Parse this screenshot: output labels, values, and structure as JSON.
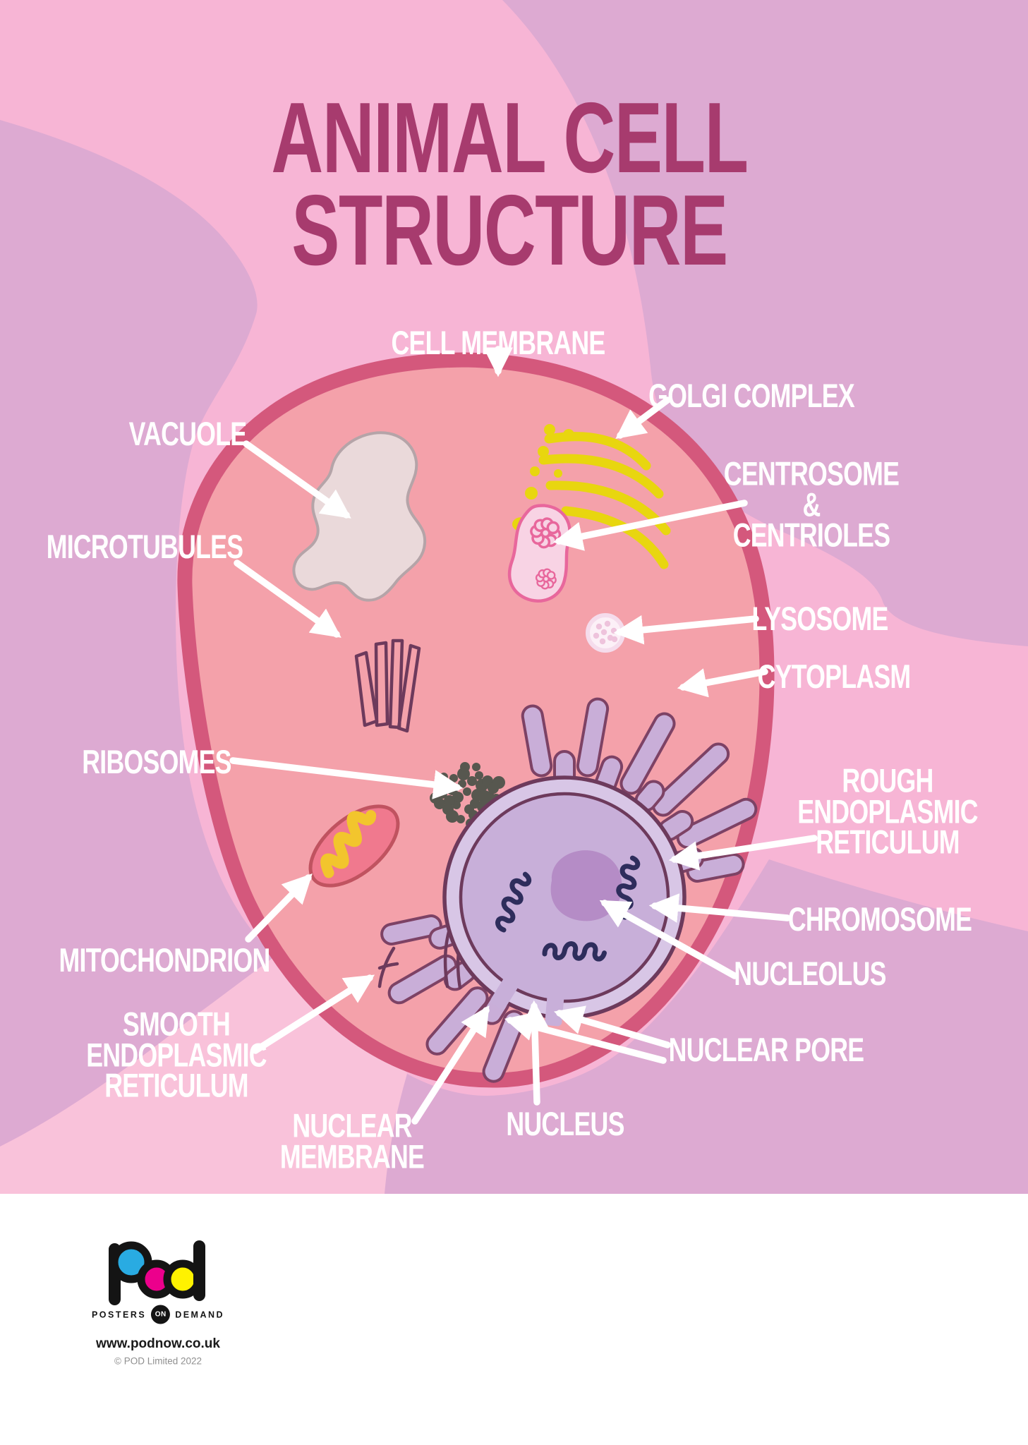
{
  "title": {
    "line1": "ANIMAL CELL",
    "line2": "STRUCTURE"
  },
  "labels": {
    "cell_membrane": "CELL MEMBRANE",
    "golgi_complex": "GOLGI COMPLEX",
    "centrosome": "CENTROSOME &\nCENTRIOLES",
    "lysosome": "LYSOSOME",
    "cytoplasm": "CYTOPLASM",
    "vacuole": "VACUOLE",
    "microtubules": "MICROTUBULES",
    "ribosomes": "RIBOSOMES",
    "mitochondrion": "MITOCHONDRION",
    "smooth_er": "SMOOTH\nENDOPLASMIC\nRETICULUM",
    "nuclear_membrane": "NUCLEAR\nMEMBRANE",
    "nucleus": "NUCLEUS",
    "nuclear_pore": "NUCLEAR PORE",
    "nucleolus": "NUCLEOLUS",
    "chromosome": "CHROMOSOME",
    "rough_er": "ROUGH\nENDOPLASMIC\nRETICULUM"
  },
  "footer": {
    "logo_word": "Pod",
    "tagline_left": "POSTERS",
    "tagline_on": "ON",
    "tagline_right": "DEMAND",
    "website": "www.podnow.co.uk",
    "copyright": "© POD Limited 2022"
  },
  "colors": {
    "pink_bg": "#f7b5d5",
    "mauve_bg": "#ddaad2",
    "light_pink_bg": "#f9c2da",
    "membrane": "#d4587c",
    "cytoplasm": "#f4a1aa",
    "title": "#a73b6e",
    "label_text": "#ffffff",
    "golgi": "#e8d60f",
    "vacuole_fill": "#ead9da",
    "vacuole_stroke": "#b5a4a8",
    "mito_fill": "#f0798e",
    "mito_stroke": "#c05360",
    "mito_cristae": "#f2c52d",
    "ribosome": "#57574f",
    "organelle_purple": "#c9aed8",
    "organelle_outline": "#7d4265",
    "nucleus_ring": "#d8c6e6",
    "nucleus_fill": "#c8afd9",
    "nucleus_outline": "#6d3a5c",
    "nucleolus": "#b58cc6",
    "chromosome": "#2e2d5c",
    "centrosome_fill": "#f8d3e4",
    "centrosome_stroke": "#e8679c",
    "lysosome_fill": "#fcf0f7",
    "lysosome_dot": "#eec3dc",
    "arrow": "#ffffff",
    "logo_cyan": "#29abe2",
    "logo_magenta": "#ec008c",
    "logo_yellow": "#fff200"
  }
}
